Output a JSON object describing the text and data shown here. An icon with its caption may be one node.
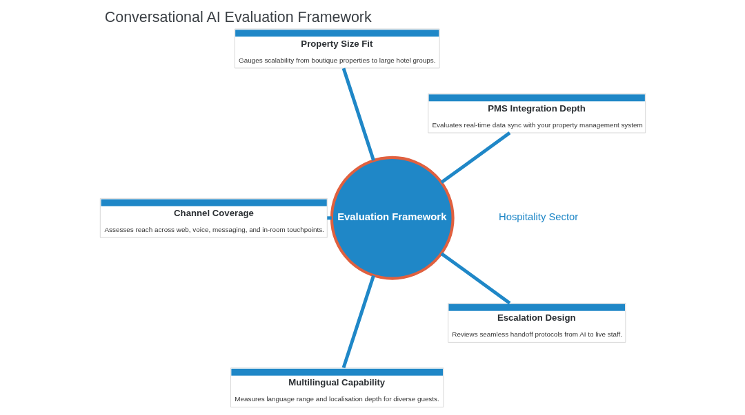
{
  "diagram": {
    "title": "Conversational AI Evaluation Framework",
    "nodes": [
      {
        "text": [
          "PMS Integration Depth",
          "Evaluates real-time data sync with your property management system"
        ]
      },
      {
        "text": [
          "Property Size Fit",
          "Gauges scalability from boutique properties to large hotel groups."
        ]
      },
      {
        "text": [
          "Channel Coverage",
          "Assesses reach across web, voice, messaging, and in-room touchpoints."
        ]
      },
      {
        "text": [
          "Evaluation Framework"
        ]
      },
      {
        "text": [
          "Multilingual Capability",
          "Measures language range and localisation depth for diverse guests."
        ]
      },
      {
        "text": [
          "Escalation Design",
          "Reviews seamless handoff protocols from AI to live staff."
        ]
      }
    ],
    "edges": [
      {
        "from": 3,
        "to": 0,
        "arrow": "none"
      },
      {
        "from": 3,
        "to": 1,
        "arrow": "none"
      },
      {
        "from": 3,
        "to": 2,
        "arrow": "none"
      },
      {
        "from": 3,
        "to": 4,
        "arrow": "none"
      },
      {
        "from": 3,
        "to": 5,
        "arrow": "none"
      }
    ],
    "labels": [
      "Hospitality Sector"
    ]
  }
}
